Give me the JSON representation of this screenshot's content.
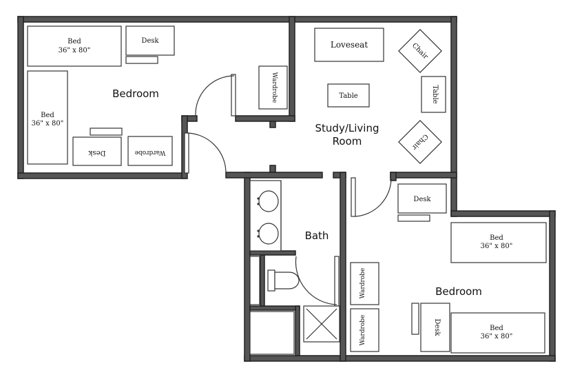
{
  "rooms": {
    "bedroom_top": "Bedroom",
    "study_line1": "Study/Living",
    "study_line2": "Room",
    "bath": "Bath",
    "bedroom_bottom": "Bedroom"
  },
  "furniture": {
    "bed1_line1": "Bed",
    "bed1_line2": "36\" x 80\"",
    "bed2_line1": "Bed",
    "bed2_line2": "36\" x 80\"",
    "desk1": "Desk",
    "desk2": "Desk",
    "wardrobe1": "Wardrobe",
    "wardrobe2": "Wardrobe",
    "loveseat": "Loveseat",
    "table1": "Table",
    "table2": "Table",
    "chair1": "Chair",
    "chair2": "Chair",
    "desk3": "Desk",
    "bed3_line1": "Bed",
    "bed3_line2": "36\" x 80\"",
    "bed4_line1": "Bed",
    "bed4_line2": "36\" x 80\"",
    "wardrobe3": "Wardrobe",
    "wardrobe4": "Wardrobe",
    "desk4": "Desk"
  }
}
